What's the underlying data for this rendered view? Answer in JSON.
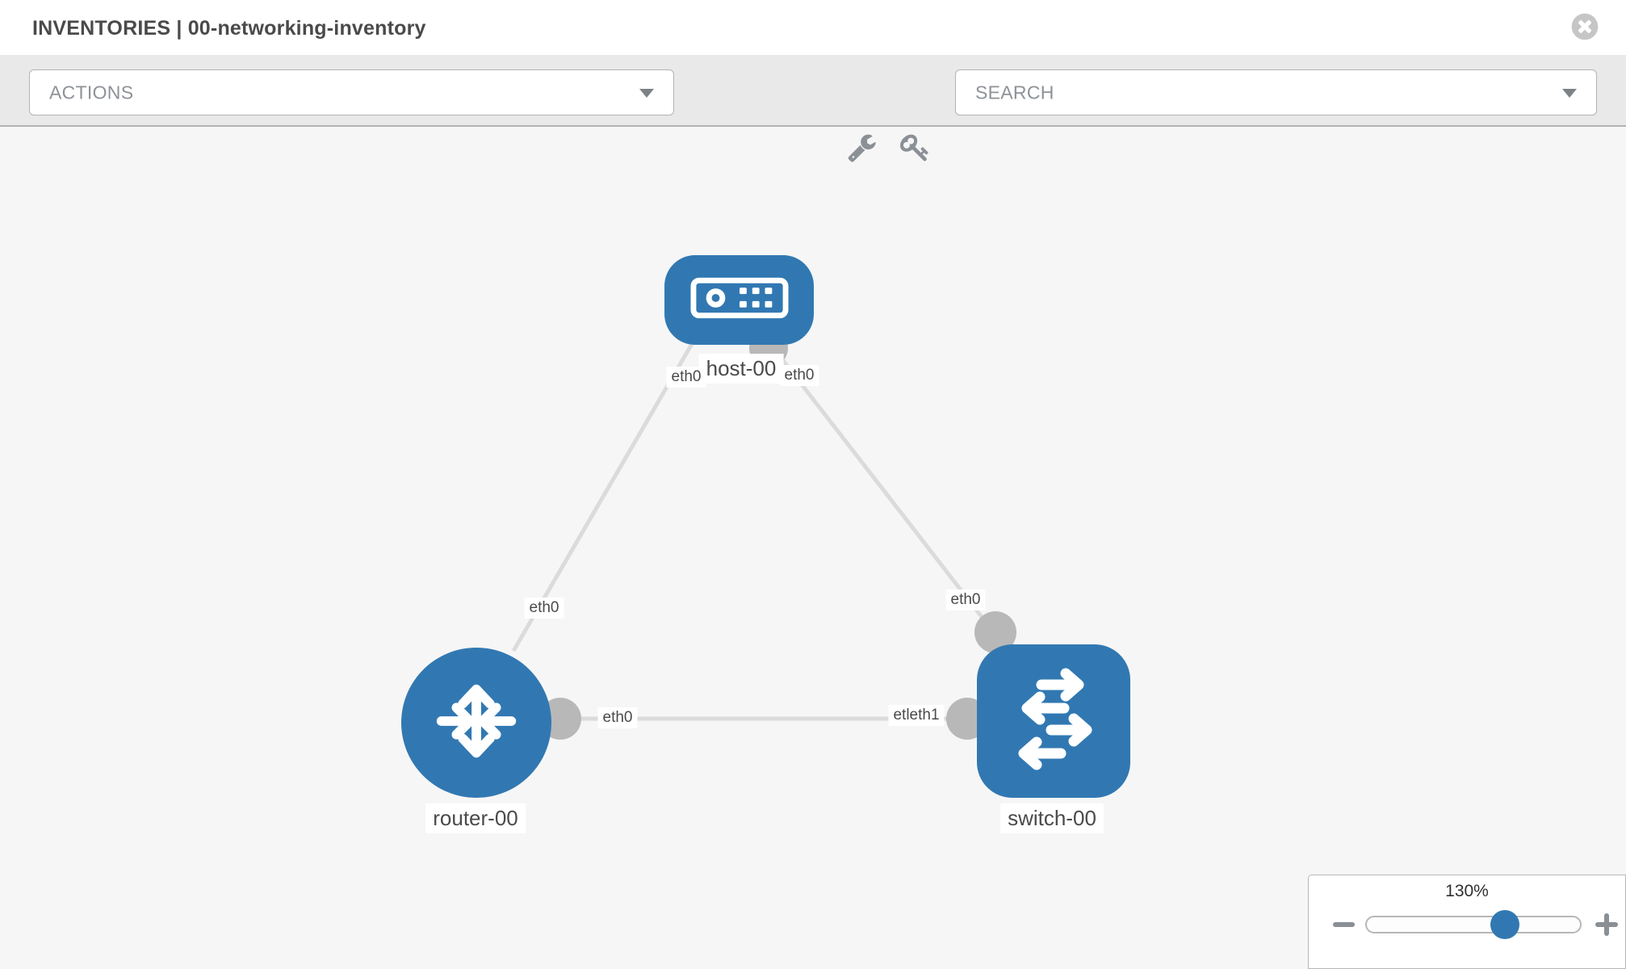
{
  "header": {
    "title": "INVENTORIES | 00-networking-inventory"
  },
  "toolbar": {
    "actions_label": "ACTIONS",
    "search_label": "SEARCH"
  },
  "icons": {
    "close": "circle-x-close-icon",
    "wrench": "wrench-icon",
    "key": "key-icon",
    "dropdown_caret": "chevron-down-icon",
    "zoom_out": "minus-icon",
    "zoom_in": "plus-icon",
    "host_node": "host-device-icon",
    "router_node": "router-arrows-icon",
    "switch_node": "switch-arrows-icon"
  },
  "colors": {
    "node_blue": "#3178b2",
    "edge_gray": "#dbdbdb",
    "connector_gray": "#b8b8b8",
    "toolbar_bg": "#e9e9e9",
    "canvas_bg": "#f6f6f6"
  },
  "canvas": {
    "nodes": [
      {
        "id": "host-00",
        "type": "host",
        "label": "host-00"
      },
      {
        "id": "router-00",
        "type": "router",
        "label": "router-00"
      },
      {
        "id": "switch-00",
        "type": "switch",
        "label": "switch-00"
      }
    ],
    "edges": [
      {
        "from": "host-00",
        "to": "router-00",
        "from_interface": "eth0",
        "to_interface": "eth0"
      },
      {
        "from": "host-00",
        "to": "switch-00",
        "from_interface": "eth0",
        "to_interface": "eth0"
      },
      {
        "from": "router-00",
        "to": "switch-00",
        "from_interface": "eth0",
        "to_interface": "etleth1"
      }
    ]
  },
  "zoom_control": {
    "zoom_level": "130%"
  }
}
